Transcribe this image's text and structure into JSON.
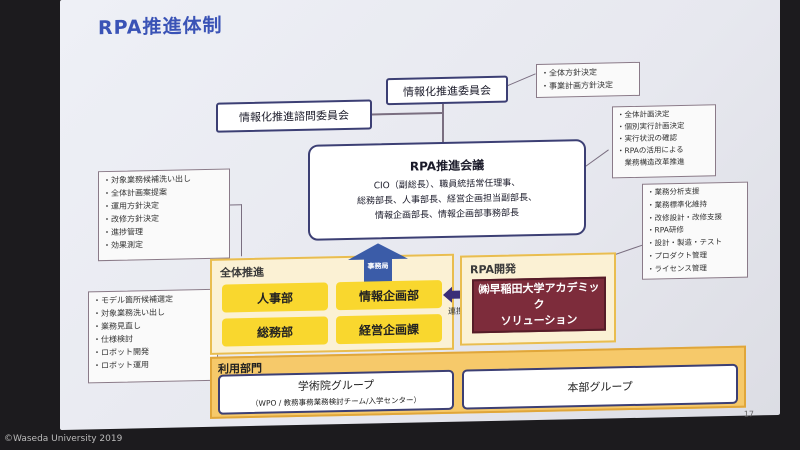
{
  "title": "RPA推進体制",
  "top_committee": "情報化推進委員会",
  "advisory_committee": "情報化推進諮問委員会",
  "top_note": [
    "・全体方針決定",
    "・事業計画方針決定"
  ],
  "rpa_council": {
    "title": "RPA推進会議",
    "members": [
      "CIO（副総長）、職員統括常任理事、",
      "総務部長、人事部長、経営企画担当副部長、",
      "情報企画部長、情報企画部事務部長"
    ]
  },
  "council_note": [
    "・全体計画決定",
    "・個別実行計画決定",
    "・実行状況の確認",
    "・RPAの活用による",
    "　業務構造改革推進"
  ],
  "left_note_upper": [
    "・対象業務候補洗い出し",
    "・全体計画案提案",
    "・運用方針決定",
    "・改修方針決定",
    "・進捗管理",
    "・効果測定"
  ],
  "left_note_lower": [
    "・モデル箇所候補選定",
    "・対象業務洗い出し",
    "・業務見直し",
    "・仕様検討",
    "・ロボット開発",
    "・ロボット運用"
  ],
  "right_note": [
    "・業務分析支援",
    "・業務標準化維持",
    "・改修設計・改修支援",
    "・RPA研修",
    "・設計・製造・テスト",
    "・プロダクト管理",
    "・ライセンス管理"
  ],
  "secretariat": "事務局",
  "zentai": {
    "label": "全体推進",
    "units": [
      "人事部",
      "情報企画部",
      "総務部",
      "経営企画課"
    ]
  },
  "rpa_dev": {
    "label": "RPA開発",
    "company_line1": "㈱早稲田大学アカデミック",
    "company_line2": "ソリューション"
  },
  "link_label": "連携",
  "users": {
    "label": "利用部門",
    "group1_name": "学術院グループ",
    "group1_sub": "（WPO / 教務事務業務検討チーム/入学センター）",
    "group2_name": "本部グループ"
  },
  "page_number": "17",
  "footer": "©Waseda University 2019"
}
